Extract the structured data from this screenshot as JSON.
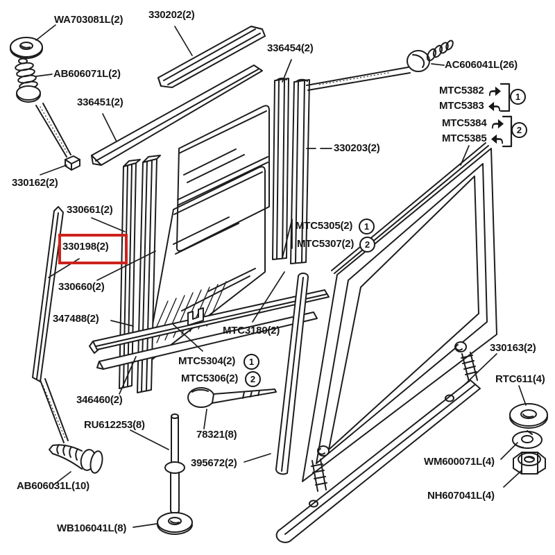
{
  "diagram": {
    "title": "window-assembly-exploded-parts-diagram",
    "highlighted_part": "330198(2)",
    "highlight_color": "#cc231c",
    "line_color": "#1c1c1c",
    "background_color": "#ffffff"
  },
  "labels": {
    "wa703081l": "WA703081L(2)",
    "p330202": "330202(2)",
    "ab606071l": "AB606071L(2)",
    "p336454": "336454(2)",
    "ac606041l": "AC606041L(26)",
    "p336451": "336451(2)",
    "mtc5382": "MTC5382",
    "mtc5383": "MTC5383",
    "mtc5384": "MTC5384",
    "mtc5385": "MTC5385",
    "p330203": "330203(2)",
    "p330162": "330162(2)",
    "p330661": "330661(2)",
    "p330198": "330198(2)",
    "mtc5305": "MTC5305(2)",
    "mtc5307": "MTC5307(2)",
    "p330660": "330660(2)",
    "p347488": "347488(2)",
    "mtc3180": "MTC3180(2)",
    "mtc5304": "MTC5304(2)",
    "mtc5306": "MTC5306(2)",
    "p330163": "330163(2)",
    "rtc611": "RTC611(4)",
    "p346460": "346460(2)",
    "ru612253": "RU612253(8)",
    "p78321": "78321(8)",
    "p395672": "395672(2)",
    "wm600071l": "WM600071L(4)",
    "nh607041l": "NH607041L(4)",
    "ab606031l": "AB606031L(10)",
    "wb106041l": "WB106041L(8)"
  },
  "circled": {
    "one": "1",
    "two": "2"
  }
}
